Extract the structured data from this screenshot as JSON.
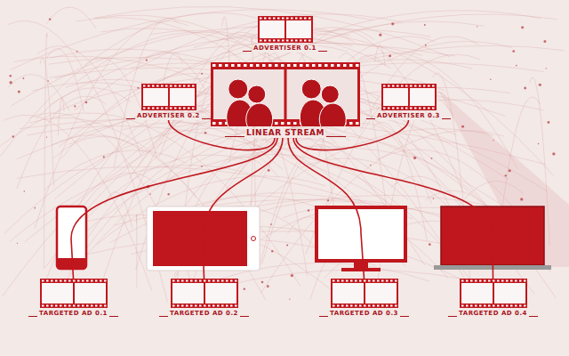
{
  "diagram": {
    "nodes": [
      {
        "text": [
          "ADVERTISER 0.1"
        ]
      },
      {
        "text": [
          "ADVERTISER 0.2"
        ]
      },
      {
        "text": [
          "LINEAR STREAM"
        ]
      },
      {
        "text": [
          "ADVERTISER 0.3"
        ]
      },
      {
        "text": [
          "TARGETED AD 0.1"
        ]
      },
      {
        "text": [
          "TARGETED AD 0.2"
        ]
      },
      {
        "text": [
          "TARGETED AD 0.3"
        ]
      },
      {
        "text": [
          "TARGETED AD 0.4"
        ]
      }
    ],
    "edges": [
      {
        "from": 2,
        "to": 1,
        "arrow": "none"
      },
      {
        "from": 2,
        "to": 3,
        "arrow": "none"
      },
      {
        "from": 2,
        "to": 4,
        "arrow": "none"
      },
      {
        "from": 2,
        "to": 5,
        "arrow": "none"
      },
      {
        "from": 2,
        "to": 6,
        "arrow": "none"
      },
      {
        "from": 2,
        "to": 7,
        "arrow": "none"
      }
    ]
  }
}
